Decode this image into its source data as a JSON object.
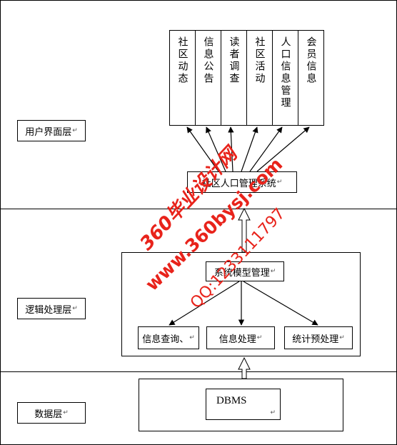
{
  "layers": {
    "user_interface": "用户界面层",
    "logic": "逻辑处理层",
    "data": "数据层"
  },
  "ui_modules": [
    "社区动态",
    "信息公告",
    "读者调查",
    "社区活动",
    "人口信息管理",
    "会员信息"
  ],
  "system_name": "社区人口管理系统",
  "logic_core": "系统模型管理",
  "logic_modules": [
    "信息查询、",
    "信息处理",
    "统计预处理"
  ],
  "data_store": "DBMS",
  "paragraph_mark": "↵",
  "watermark": {
    "line1": "360毕业设计网",
    "line2": "www.360bysj.com",
    "line3": "QQ:1233111797"
  },
  "colors": {
    "watermark": "#e8231b",
    "lines": "#000000"
  }
}
